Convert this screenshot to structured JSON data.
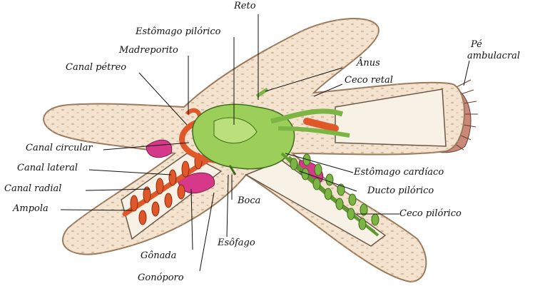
{
  "labels": {
    "reto": "Reto",
    "estomago_pilorico": "Estômago pilórico",
    "madreporito": "Madreporito",
    "canal_petreo": "Canal pétreo",
    "anus": "Ânus",
    "ceco_retal": "Ceco retal",
    "pe_ambulacral_1": "Pé",
    "pe_ambulacral_2": "ambulacral",
    "canal_circular": "Canal circular",
    "canal_lateral": "Canal lateral",
    "canal_radial": "Canal radial",
    "ampola": "Ampola",
    "estomago_cardiaco": "Estômago cardíaco",
    "ducto_pilorico": "Ducto pilórico",
    "ceco_pilorico": "Ceco pilórico",
    "boca": "Boca",
    "esofago": "Esôfago",
    "gonada": "Gônada",
    "gonoporo": "Gonóporo"
  },
  "colors": {
    "body": "#f3e3cf",
    "body_edge": "#9a7a5a",
    "digestive": "#9bcf5a",
    "digestive_edge": "#3f6b1e",
    "water_vascular": "#e0582a",
    "gonad": "#d6398a",
    "tube_feet": "#b07060"
  }
}
